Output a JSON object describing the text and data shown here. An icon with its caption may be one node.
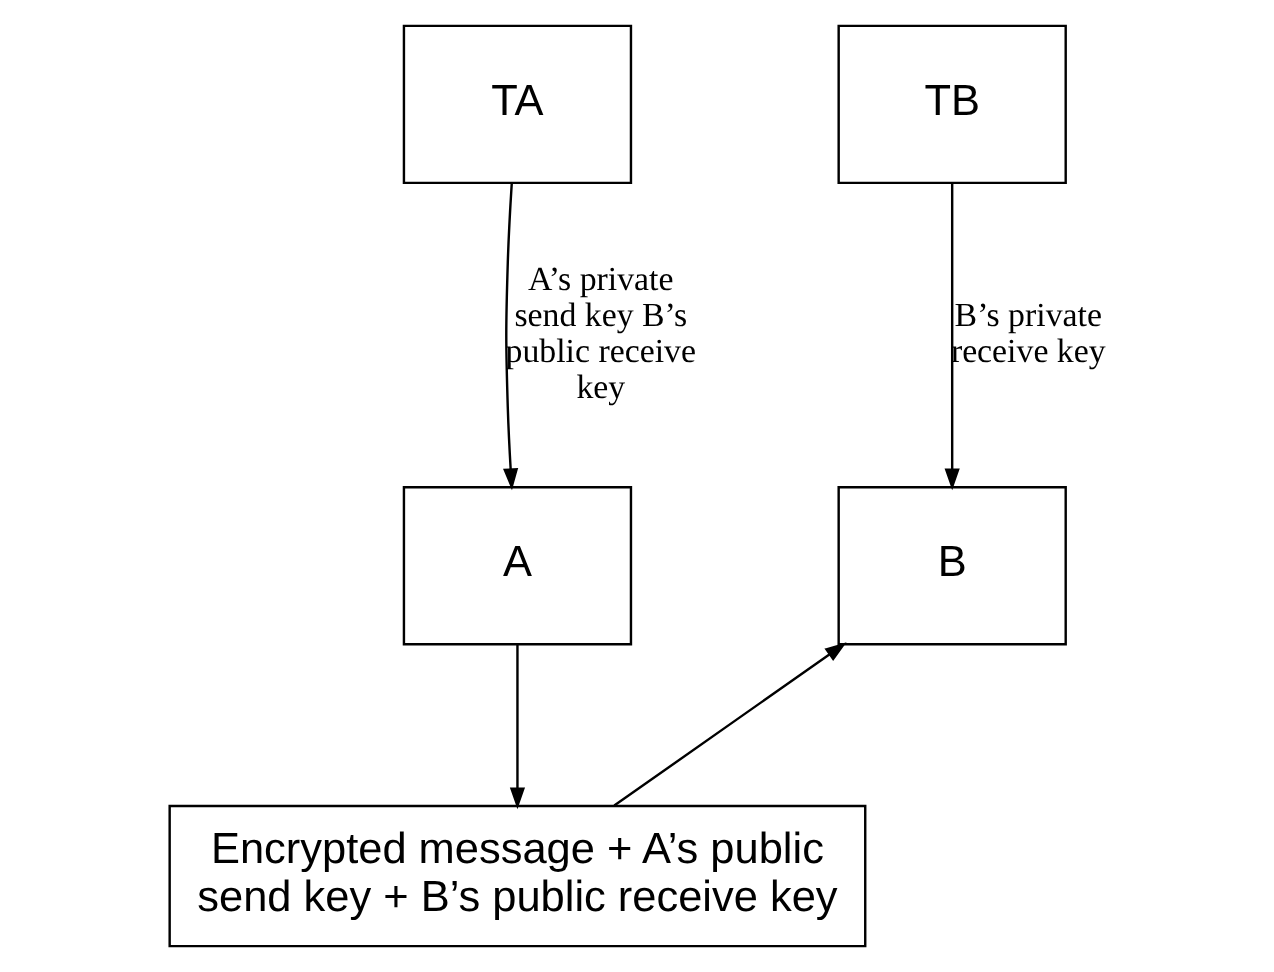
{
  "diagram": {
    "nodes": [
      {
        "text": [
          "TA"
        ]
      },
      {
        "text": [
          "TB"
        ]
      },
      {
        "text": [
          "A"
        ]
      },
      {
        "text": [
          "B"
        ]
      },
      {
        "text": [
          "Encrypted message + A’s public send key + B’s public receive key"
        ]
      }
    ],
    "edges": [
      {
        "from": 0,
        "to": 2,
        "arrow": "to",
        "label": "A’s private send key B’s public receive key"
      },
      {
        "from": 1,
        "to": 3,
        "arrow": "to",
        "label": "B’s private receive key"
      },
      {
        "from": 2,
        "to": 4,
        "arrow": "to"
      },
      {
        "from": 4,
        "to": 3,
        "arrow": "to"
      }
    ]
  }
}
